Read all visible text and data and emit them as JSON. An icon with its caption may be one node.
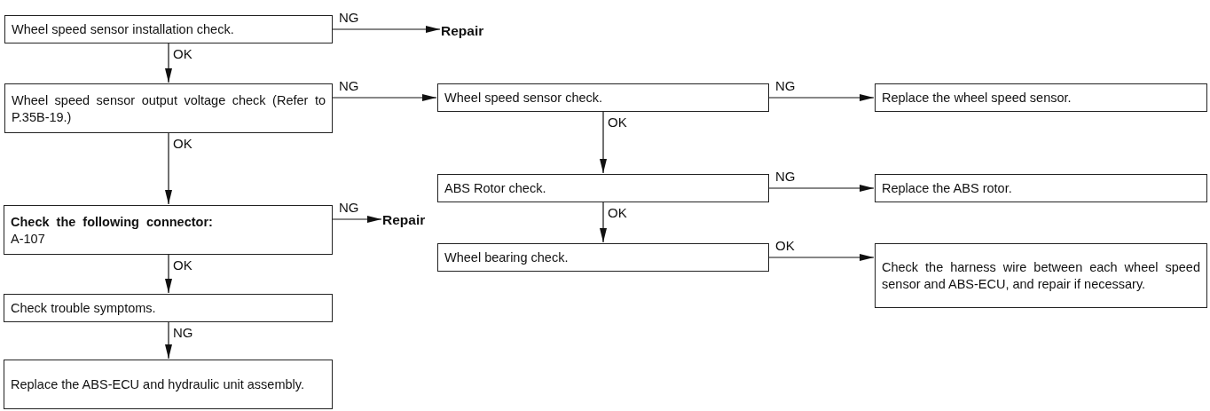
{
  "diagram": {
    "nodes": [
      {
        "text": [
          "Wheel speed sensor installation check."
        ]
      },
      {
        "text": [
          "Repair"
        ]
      },
      {
        "text": [
          "Wheel speed sensor output voltage check (Refer to P.35B-19.)"
        ]
      },
      {
        "text": [
          "Wheel speed sensor check."
        ]
      },
      {
        "text": [
          "Replace the wheel speed sensor."
        ]
      },
      {
        "text": [
          "Check the following connector:",
          "A-107"
        ]
      },
      {
        "text": [
          "Repair"
        ]
      },
      {
        "text": [
          "ABS Rotor check."
        ]
      },
      {
        "text": [
          "Replace the ABS rotor."
        ]
      },
      {
        "text": [
          "Wheel bearing check."
        ]
      },
      {
        "text": [
          "Check the harness wire between each wheel speed sensor and ABS-ECU, and repair if necessary."
        ]
      },
      {
        "text": [
          "Check trouble symptoms."
        ]
      },
      {
        "text": [
          "Replace the ABS-ECU and hydraulic unit assembly."
        ]
      }
    ],
    "edges": [
      {
        "from": 0,
        "to": 1,
        "arrow": "to",
        "label": "NG"
      },
      {
        "from": 0,
        "to": 2,
        "arrow": "to",
        "label": "OK"
      },
      {
        "from": 2,
        "to": 3,
        "arrow": "to",
        "label": "NG"
      },
      {
        "from": 3,
        "to": 4,
        "arrow": "to",
        "label": "NG"
      },
      {
        "from": 2,
        "to": 5,
        "arrow": "to",
        "label": "OK"
      },
      {
        "from": 5,
        "to": 6,
        "arrow": "to",
        "label": "NG"
      },
      {
        "from": 3,
        "to": 7,
        "arrow": "to",
        "label": "OK"
      },
      {
        "from": 7,
        "to": 8,
        "arrow": "to",
        "label": "NG"
      },
      {
        "from": 7,
        "to": 9,
        "arrow": "to",
        "label": "OK"
      },
      {
        "from": 9,
        "to": 10,
        "arrow": "to",
        "label": "OK"
      },
      {
        "from": 5,
        "to": 11,
        "arrow": "to",
        "label": "OK"
      },
      {
        "from": 11,
        "to": 12,
        "arrow": "to",
        "label": "NG"
      }
    ]
  }
}
